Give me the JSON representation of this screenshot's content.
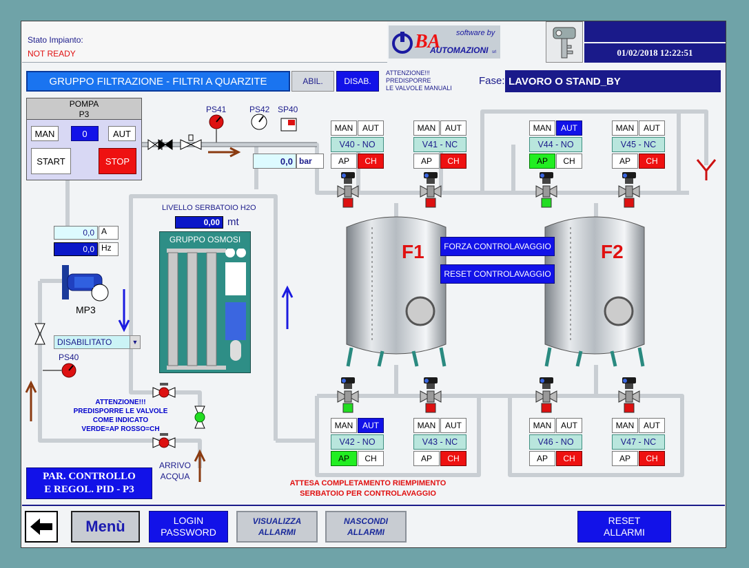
{
  "status": {
    "label": "Stato Impianto:",
    "value": "NOT READY"
  },
  "logo": {
    "tagline": "software by",
    "brand": "BA",
    "brand_sub": "AUTOMAZIONI",
    "suffix": "srl"
  },
  "header": {
    "datetime": "01/02/2018 12:22:51"
  },
  "section": {
    "title": "GRUPPO FILTRAZIONE - FILTRI A QUARZITE",
    "abil": "ABIL.",
    "disab": "DISAB.",
    "attention": "ATTENZIONE!!!\nPREDISPORRE\nLE VALVOLE MANUALI",
    "fase_label": "Fase:",
    "fase_value": "LAVORO O STAND_BY"
  },
  "pump": {
    "title": "POMPA\nP3",
    "man": "MAN",
    "value": "0",
    "aut": "AUT",
    "start": "START",
    "stop": "STOP",
    "current": "0,0",
    "current_unit": "A",
    "freq": "0,0",
    "freq_unit": "Hz",
    "name": "MP3",
    "mode": "DISABILITATO"
  },
  "sensors": {
    "ps41": "PS41",
    "ps42": "PS42",
    "sp40": "SP40",
    "ps40": "PS40",
    "pressure_value": "0,0",
    "pressure_unit": "bar"
  },
  "tank": {
    "level_label": "LIVELLO SERBATOIO H2O",
    "level_value": "0,00",
    "level_unit": "mt",
    "osmosis_label": "GRUPPO OSMOSI"
  },
  "valves_note": "ATTENZIONE!!!\nPREDISPORRE LE VALVOLE\nCOME INDICATO\nVERDE=AP     ROSSO=CH",
  "water_inlet": "ARRIVO\nACQUA",
  "filters": {
    "f1": "F1",
    "f2": "F2",
    "force_backwash": "FORZA CONTROLAVAGGIO",
    "reset_backwash": "RESET CONTROLAVAGGIO"
  },
  "valves": [
    {
      "id": "V40 - NO",
      "man": "MAN",
      "aut": "AUT",
      "ap": "AP",
      "ch": "CH",
      "aut_active": false,
      "ap_active": false
    },
    {
      "id": "V41 - NC",
      "man": "MAN",
      "aut": "AUT",
      "ap": "AP",
      "ch": "CH",
      "aut_active": false,
      "ap_active": false
    },
    {
      "id": "V44 - NO",
      "man": "MAN",
      "aut": "AUT",
      "ap": "AP",
      "ch": "CH",
      "aut_active": true,
      "ap_active": true
    },
    {
      "id": "V45 - NC",
      "man": "MAN",
      "aut": "AUT",
      "ap": "AP",
      "ch": "CH",
      "aut_active": false,
      "ap_active": false
    },
    {
      "id": "V42 - NO",
      "man": "MAN",
      "aut": "AUT",
      "ap": "AP",
      "ch": "CH",
      "aut_active": true,
      "ap_active": true
    },
    {
      "id": "V43 - NC",
      "man": "MAN",
      "aut": "AUT",
      "ap": "AP",
      "ch": "CH",
      "aut_active": false,
      "ap_active": false
    },
    {
      "id": "V46 - NO",
      "man": "MAN",
      "aut": "AUT",
      "ap": "AP",
      "ch": "CH",
      "aut_active": false,
      "ap_active": false
    },
    {
      "id": "V47 - NC",
      "man": "MAN",
      "aut": "AUT",
      "ap": "AP",
      "ch": "CH",
      "aut_active": false,
      "ap_active": false
    }
  ],
  "pid_button": "PAR. CONTROLLO\nE REGOL. PID - P3",
  "wait_message": "ATTESA COMPLETAMENTO RIEMPIMENTO\nSERBATOIO PER CONTROLAVAGGIO",
  "footer": {
    "menu": "Menù",
    "login": "LOGIN\nPASSWORD",
    "show_alarms": "VISUALIZZA\nALLARMI",
    "hide_alarms": "NASCONDI\nALLARMI",
    "reset_alarms": "RESET\nALLARMI"
  },
  "colors": {
    "active_blue": "#1212e8",
    "open_green": "#22ee22",
    "closed_red": "#ee1111",
    "label_teal": "#b9e6dd"
  }
}
